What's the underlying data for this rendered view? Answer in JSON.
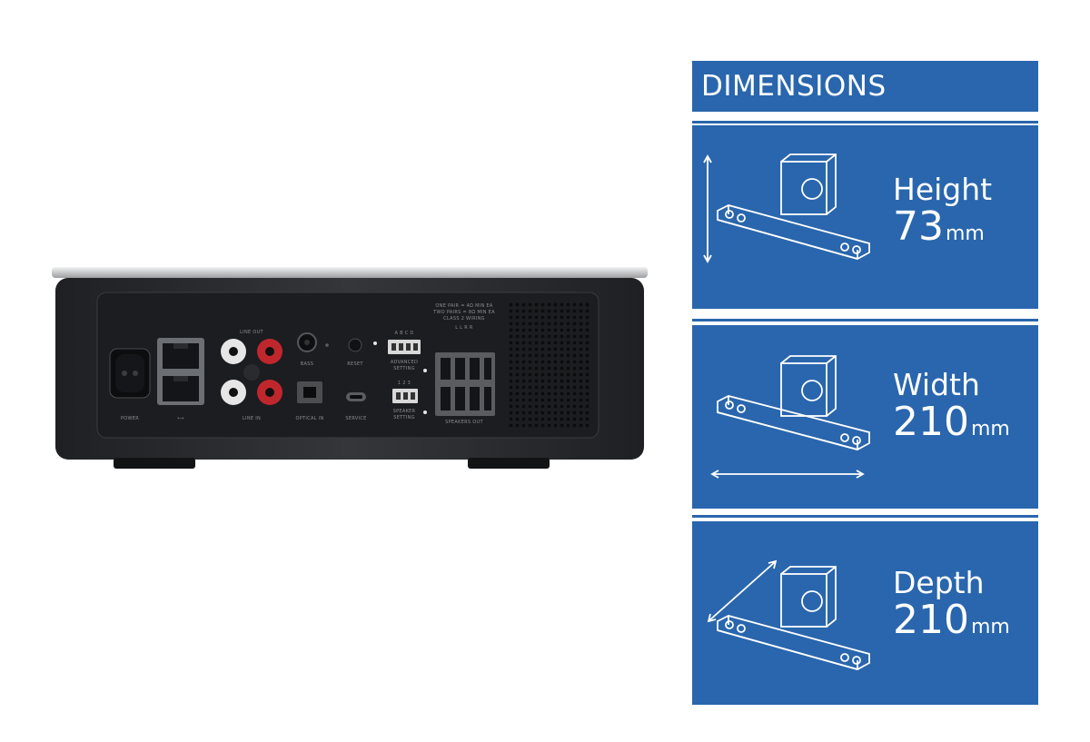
{
  "device": {
    "labels": {
      "power": "POWER",
      "line_out": "LINE OUT",
      "line_in": "LINE IN",
      "bass": "BASS",
      "reset": "RESET",
      "optical_in": "OPTICAL IN",
      "service": "SERVICE",
      "advanced_setting_1": "ADVANCED",
      "advanced_setting_2": "SETTING",
      "speaker_setting_1": "SPEAKER",
      "speaker_setting_2": "SETTING",
      "speakers_out": "SPEAKERS OUT",
      "switch_abcd": "A B C D",
      "switch_123": "1 2 3",
      "speaker_spec_1": "ONE PAIR = 4Ω MIN EA",
      "speaker_spec_2": "TWO PAIRS = 8Ω MIN EA",
      "speaker_spec_3": "CLASS 2 WIRING",
      "speaker_terminals": "L  L  R  R"
    },
    "colors": {
      "body": "#2b2d30",
      "panel": "#1c1d20",
      "rca_red": "#c0272d",
      "rca_white": "#e6e6e6"
    }
  },
  "dimensions": {
    "title": "DIMENSIONS",
    "accent": "#2966ad",
    "items": [
      {
        "label": "Height",
        "value": "73",
        "unit": "mm",
        "arrow": "vertical"
      },
      {
        "label": "Width",
        "value": "210",
        "unit": "mm",
        "arrow": "horizontal"
      },
      {
        "label": "Depth",
        "value": "210",
        "unit": "mm",
        "arrow": "diagonal"
      }
    ]
  }
}
